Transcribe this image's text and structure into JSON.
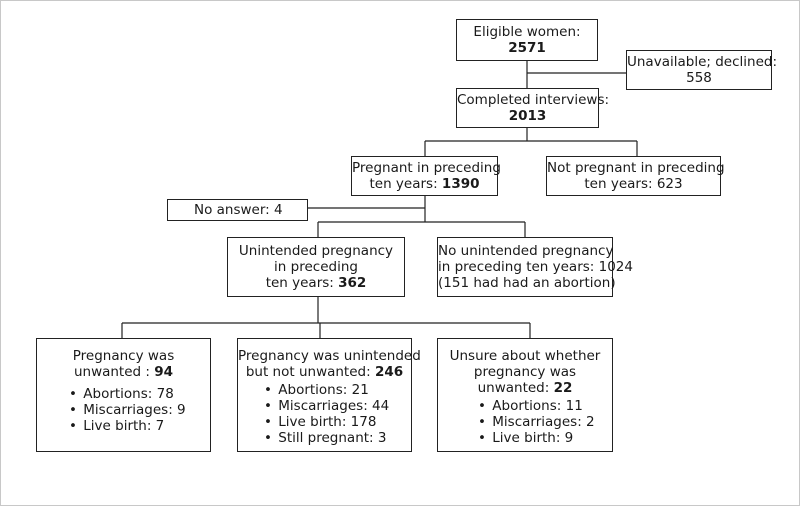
{
  "diagram": {
    "eligible": {
      "label": "Eligible women:",
      "value": "2571"
    },
    "unavailable": {
      "label": "Unavailable; declined:",
      "value": "558"
    },
    "completed": {
      "label": "Completed interviews:",
      "value": "2013"
    },
    "pregnant": {
      "line1": "Pregnant in preceding",
      "line2": "ten years: ",
      "value": "1390"
    },
    "not_pregnant": {
      "line1": "Not pregnant in preceding",
      "line2": "ten years: 623"
    },
    "no_answer": {
      "label": "No answer: 4"
    },
    "unintended": {
      "line1": "Unintended pregnancy",
      "line2": "in preceding",
      "line3": "ten years: ",
      "value": "362"
    },
    "no_unintended": {
      "line1": "No unintended pregnancy",
      "line2": "in preceding ten years: 1024",
      "line3": "(151 had had an abortion)"
    },
    "unwanted": {
      "line1": "Pregnancy was",
      "line2": "unwanted : ",
      "value": "94",
      "items": [
        "Abortions: 78",
        "Miscarriages: 9",
        "Live birth: 7"
      ]
    },
    "not_unwanted": {
      "line1": "Pregnancy was unintended",
      "line2": "but not unwanted: ",
      "value": "246",
      "items": [
        "Abortions: 21",
        "Miscarriages: 44",
        "Live birth: 178",
        "Still pregnant: 3"
      ]
    },
    "unsure": {
      "line1": "Unsure about whether",
      "line2": "pregnancy was",
      "line3": "unwanted: ",
      "value": "22",
      "items": [
        "Abortions: 11",
        "Miscarriages: 2",
        "Live birth: 9"
      ]
    },
    "bullet": "•"
  }
}
